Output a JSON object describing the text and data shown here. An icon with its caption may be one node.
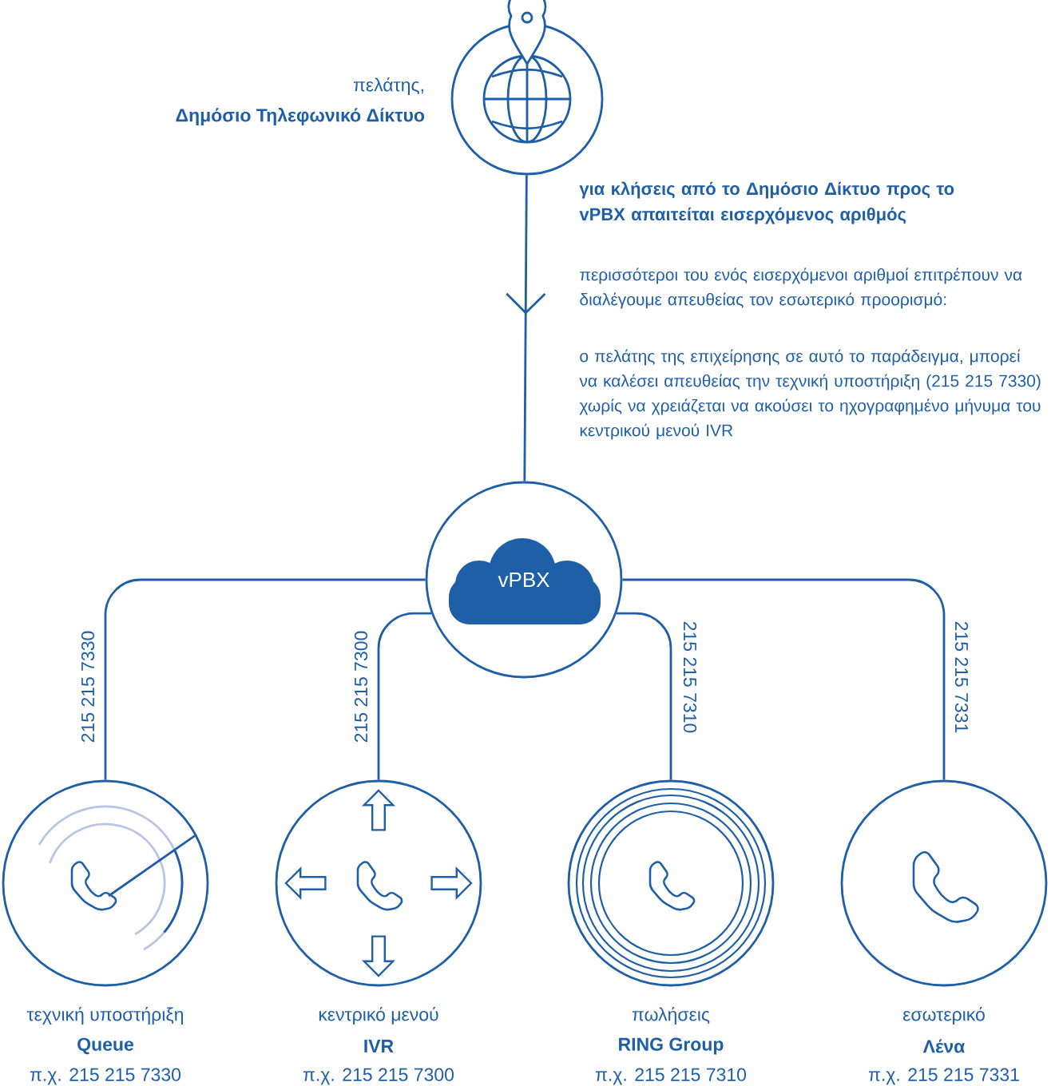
{
  "diagram": {
    "nodes": [
      {
        "text": [],
        "shape": "circle",
        "beside": [
          "πελάτης,",
          "Δημόσιο Τηλεφωνικό Δίκτυο"
        ]
      },
      {
        "text": [
          "vPBX"
        ]
      },
      {
        "text": [],
        "shape": "circle",
        "beside": [
          "τεχνική υποστήριξη",
          "Queue",
          "π.χ. 215 215 7330"
        ]
      },
      {
        "text": [],
        "shape": "circle",
        "beside": [
          "κεντρικό μενού",
          "IVR",
          "π.χ. 215 215 7300"
        ]
      },
      {
        "text": [],
        "shape": "circle",
        "beside": [
          "πωλήσεις",
          "RING Group",
          "π.χ. 215 215 7310"
        ]
      },
      {
        "text": [],
        "shape": "circle",
        "beside": [
          "εσωτερικό",
          "Λένα",
          "π.χ. 215 215 7331"
        ]
      }
    ],
    "edges": [
      {
        "from": 0,
        "to": 1,
        "arrow": "to"
      },
      {
        "from": 1,
        "to": 2,
        "arrow": "none",
        "label": "215 215 7330"
      },
      {
        "from": 1,
        "to": 3,
        "arrow": "none",
        "label": "215 215 7300"
      },
      {
        "from": 1,
        "to": 4,
        "arrow": "none",
        "label": "215 215 7310"
      },
      {
        "from": 1,
        "to": 5,
        "arrow": "none",
        "label": "215 215 7331"
      }
    ],
    "labels": [
      "για κλήσεις από το Δημόσιο Δίκτυο προς το vPBX απαιτείται εισερχόμενος αριθμός",
      "περισσότεροι του ενός εισερχόμενοι αριθμοί επιτρέπουν να διαλέγουμε απευθείας τον εσωτερικό προορισμό:",
      "ο πελάτης της επιχείρησης σε αυτό το παράδειγμα, μπορεί να καλέσει απευθείας την τεχνική υποστήριξη (215 215 7330) χωρίς να χρειάζεται να ακούσει το ηχογραφημένο μήνυμα του κεντρικού μενού IVR"
    ]
  }
}
